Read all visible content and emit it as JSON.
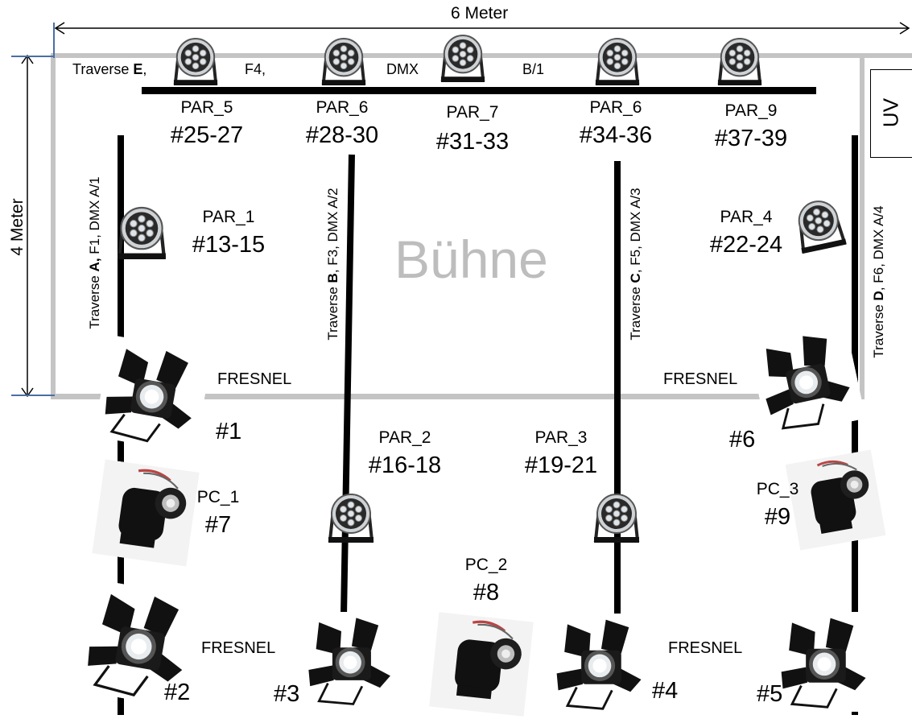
{
  "dimensions": {
    "width_label": "6 Meter",
    "height_label": "4 Meter"
  },
  "stage_label": "Bühne",
  "uv_label": "UV",
  "traverse_e": {
    "prefix": "Traverse ",
    "letter": "E",
    "sep": ",",
    "f": "F4,",
    "dmx": "DMX",
    "addr": "B/1"
  },
  "traverse_a": {
    "prefix": "Traverse ",
    "letter": "A,",
    "rest": "  F1,  DMX A/1"
  },
  "traverse_b": {
    "prefix": "Traverse ",
    "letter": "B",
    "rest": ", F3,  DMX A/2"
  },
  "traverse_c": {
    "prefix": "Traverse ",
    "letter": "C",
    "rest": ", F5,  DMX A/3"
  },
  "traverse_d": {
    "prefix": "Traverse ",
    "letter": "D",
    "rest": ", F6,  DMX A/4"
  },
  "pars": [
    {
      "name": "PAR_5",
      "channels": "#25-27"
    },
    {
      "name": "PAR_6",
      "channels": "#28-30"
    },
    {
      "name": "PAR_7",
      "channels": "#31-33"
    },
    {
      "name": "PAR_6",
      "channels": "#34-36"
    },
    {
      "name": "PAR_9",
      "channels": "#37-39"
    },
    {
      "name": "PAR_1",
      "channels": "#13-15"
    },
    {
      "name": "PAR_4",
      "channels": "#22-24"
    },
    {
      "name": "PAR_2",
      "channels": "#16-18"
    },
    {
      "name": "PAR_3",
      "channels": "#19-21"
    }
  ],
  "fresnel_labels": [
    "FRESNEL",
    "FRESNEL",
    "FRESNEL",
    "FRESNEL"
  ],
  "fixture_numbers": [
    "#1",
    "#2",
    "#3",
    "#4",
    "#5",
    "#6"
  ],
  "pcs": [
    {
      "name": "PC_1",
      "num": "#7"
    },
    {
      "name": "PC_2",
      "num": "#8"
    },
    {
      "name": "PC_3",
      "num": "#9"
    }
  ],
  "icons": [
    "par-can-icon",
    "fresnel-spotlight-icon",
    "pc-spotlight-icon",
    "double-arrow-icon"
  ]
}
